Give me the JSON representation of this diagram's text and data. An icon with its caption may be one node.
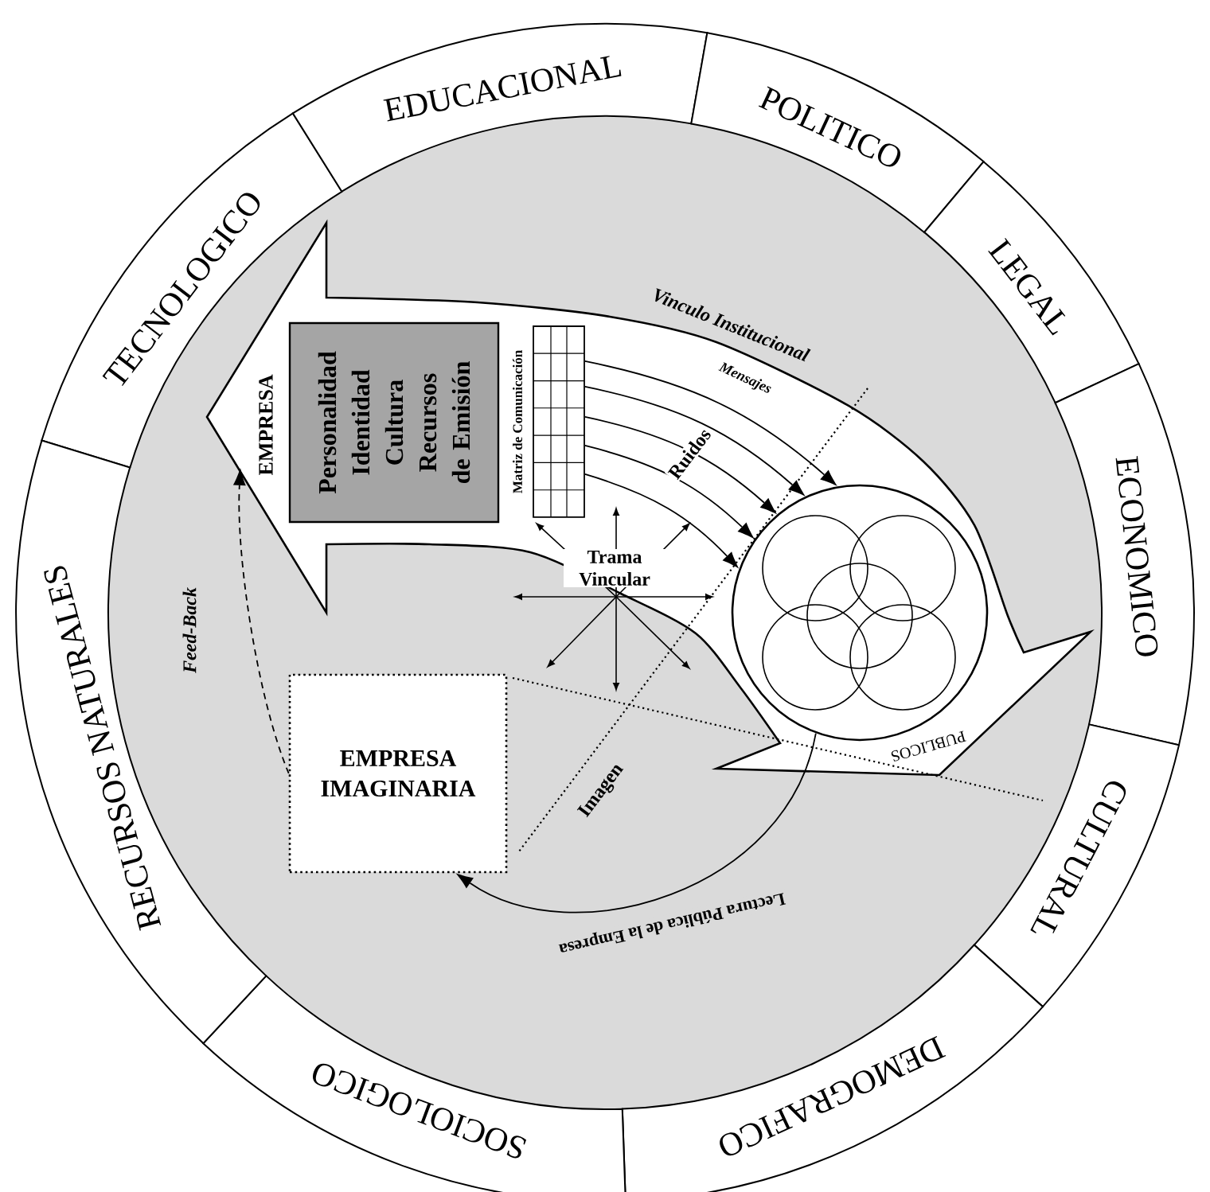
{
  "diagram": {
    "nodes": [
      {
        "text": [
          "TECNOLOGICO"
        ]
      },
      {
        "text": [
          "EDUCACIONAL"
        ]
      },
      {
        "text": [
          "POLITICO"
        ]
      },
      {
        "text": [
          "LEGAL"
        ]
      },
      {
        "text": [
          "ECONOMICO"
        ]
      },
      {
        "text": [
          "CULTURAL"
        ]
      },
      {
        "text": [
          "DEMOGRAFICO"
        ]
      },
      {
        "text": [
          "SOCIOLOGICO"
        ]
      },
      {
        "text": [
          "RECURSOS NATURALES"
        ]
      },
      {
        "text": [
          "EMPRESA"
        ]
      },
      {
        "text": [
          "Personalidad Identidad Cultura Recursos de Emisión"
        ],
        "in": 9
      },
      {
        "text": [],
        "shape": "grid",
        "beside": [
          "Matriz de Comunicación"
        ],
        "in": 9
      },
      {
        "text": [],
        "shape": "circle",
        "in": 9
      },
      {
        "text": [
          "EMPRESA IMAGINARIA"
        ]
      }
    ],
    "edges": [
      {
        "from": 13,
        "to": 9,
        "arrow": "to",
        "style": "dashed",
        "label": "Feed-Back"
      },
      {
        "from": 11,
        "to": 12,
        "arrow": "to",
        "label": "Mensajes"
      },
      {
        "from": 11,
        "to": 12,
        "arrow": "to"
      },
      {
        "from": 11,
        "to": 12,
        "arrow": "to"
      },
      {
        "from": 11,
        "to": 12,
        "arrow": "to"
      },
      {
        "from": 11,
        "to": 12,
        "arrow": "to"
      },
      {
        "from": 12,
        "to": 13,
        "arrow": "to",
        "label": "Lectura Pública de la Empresa"
      }
    ],
    "labels": [
      "Vinculo Institucional",
      "Ruidos",
      "Trama Vincular",
      "Imagen",
      "PUBLICOS"
    ]
  }
}
